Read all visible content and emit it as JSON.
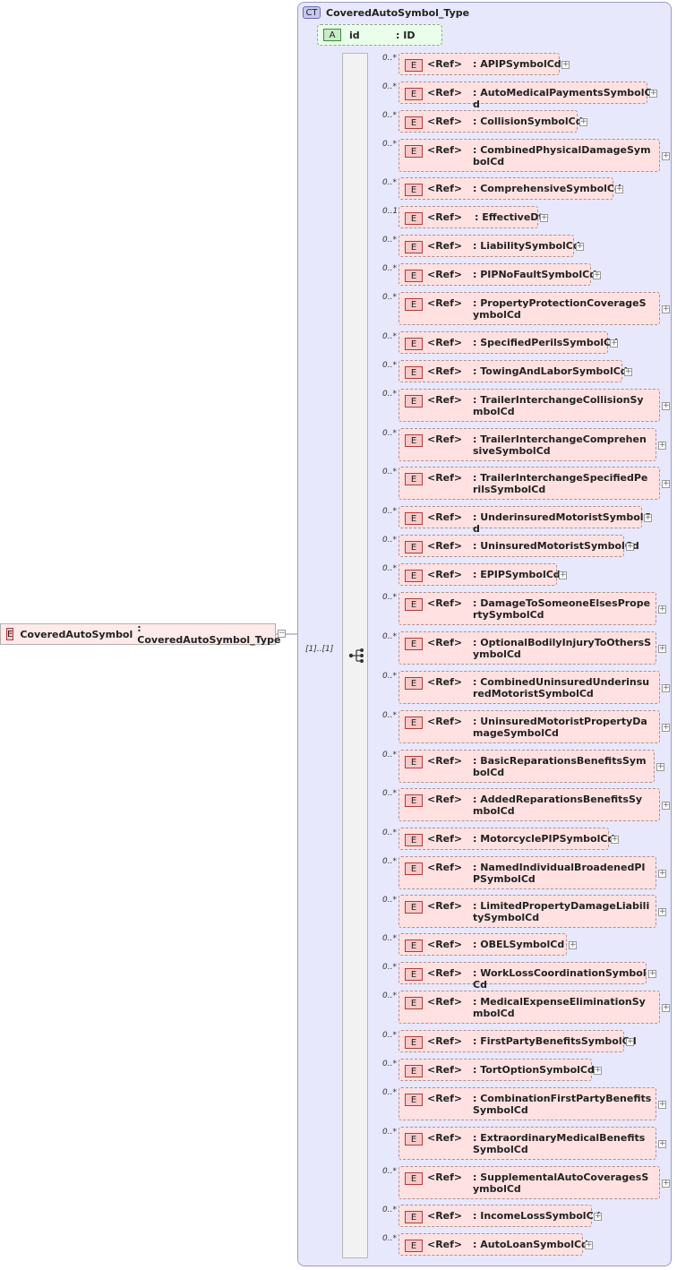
{
  "complex_type": {
    "badge": "CT",
    "name": "CoveredAutoSymbol_Type"
  },
  "attribute": {
    "badge": "A",
    "name": "id",
    "type": ": ID"
  },
  "root_element": {
    "badge": "E",
    "name": "CoveredAutoSymbol",
    "type": ": CoveredAutoSymbol_Type"
  },
  "sequence": {
    "occurrence": "[1]..[1]"
  },
  "element_badge": "E",
  "children": [
    {
      "occ": "0..*",
      "ref": "<Ref>",
      "name": ": APIPSymbolCd"
    },
    {
      "occ": "0..*",
      "ref": "<Ref>",
      "name": ": AutoMedicalPaymentsSymbolCd"
    },
    {
      "occ": "0..*",
      "ref": "<Ref>",
      "name": ": CollisionSymbolCd"
    },
    {
      "occ": "0..*",
      "ref": "<Ref>",
      "name": ": CombinedPhysicalDamageSymbolCd"
    },
    {
      "occ": "0..*",
      "ref": "<Ref>",
      "name": ": ComprehensiveSymbolCd"
    },
    {
      "occ": "0..1",
      "ref": "<Ref>",
      "name": ": EffectiveDt"
    },
    {
      "occ": "0..*",
      "ref": "<Ref>",
      "name": ": LiabilitySymbolCd"
    },
    {
      "occ": "0..*",
      "ref": "<Ref>",
      "name": ": PIPNoFaultSymbolCd"
    },
    {
      "occ": "0..*",
      "ref": "<Ref>",
      "name": ": PropertyProtectionCoverageSymbolCd"
    },
    {
      "occ": "0..*",
      "ref": "<Ref>",
      "name": ": SpecifiedPerilsSymbolCd"
    },
    {
      "occ": "0..*",
      "ref": "<Ref>",
      "name": ": TowingAndLaborSymbolCd"
    },
    {
      "occ": "0..*",
      "ref": "<Ref>",
      "name": ": TrailerInterchangeCollisionSymbolCd"
    },
    {
      "occ": "0..*",
      "ref": "<Ref>",
      "name": ": TrailerInterchangeComprehensiveSymbolCd"
    },
    {
      "occ": "0..*",
      "ref": "<Ref>",
      "name": ": TrailerInterchangeSpecifiedPerilsSymbolCd"
    },
    {
      "occ": "0..*",
      "ref": "<Ref>",
      "name": ": UnderinsuredMotoristSymbolCd"
    },
    {
      "occ": "0..*",
      "ref": "<Ref>",
      "name": ": UninsuredMotoristSymbolCd"
    },
    {
      "occ": "0..*",
      "ref": "<Ref>",
      "name": ": EPIPSymbolCd"
    },
    {
      "occ": "0..*",
      "ref": "<Ref>",
      "name": ": DamageToSomeoneElsesPropertySymbolCd"
    },
    {
      "occ": "0..*",
      "ref": "<Ref>",
      "name": ": OptionalBodilyInjuryToOthersSymbolCd"
    },
    {
      "occ": "0..*",
      "ref": "<Ref>",
      "name": ": CombinedUninsuredUnderinsuredMotoristSymbolCd"
    },
    {
      "occ": "0..*",
      "ref": "<Ref>",
      "name": ": UninsuredMotoristPropertyDamageSymbolCd"
    },
    {
      "occ": "0..*",
      "ref": "<Ref>",
      "name": ": BasicReparationsBenefitsSymbolCd"
    },
    {
      "occ": "0..*",
      "ref": "<Ref>",
      "name": ": AddedReparationsBenefitsSymbolCd"
    },
    {
      "occ": "0..*",
      "ref": "<Ref>",
      "name": ": MotorcyclePIPSymbolCd"
    },
    {
      "occ": "0..*",
      "ref": "<Ref>",
      "name": ": NamedIndividualBroadenedPIPSymbolCd"
    },
    {
      "occ": "0..*",
      "ref": "<Ref>",
      "name": ": LimitedPropertyDamageLiabilitySymbolCd"
    },
    {
      "occ": "0..*",
      "ref": "<Ref>",
      "name": ": OBELSymbolCd"
    },
    {
      "occ": "0..*",
      "ref": "<Ref>",
      "name": ": WorkLossCoordinationSymbolCd"
    },
    {
      "occ": "0..*",
      "ref": "<Ref>",
      "name": ": MedicalExpenseEliminationSymbolCd"
    },
    {
      "occ": "0..*",
      "ref": "<Ref>",
      "name": ": FirstPartyBenefitsSymbolCd"
    },
    {
      "occ": "0..*",
      "ref": "<Ref>",
      "name": ": TortOptionSymbolCd"
    },
    {
      "occ": "0..*",
      "ref": "<Ref>",
      "name": ": CombinationFirstPartyBenefitsSymbolCd"
    },
    {
      "occ": "0..*",
      "ref": "<Ref>",
      "name": ": ExtraordinaryMedicalBenefitsSymbolCd"
    },
    {
      "occ": "0..*",
      "ref": "<Ref>",
      "name": ": SupplementalAutoCoveragesSymbolCd"
    },
    {
      "occ": "0..*",
      "ref": "<Ref>",
      "name": ": IncomeLossSymbolCd"
    },
    {
      "occ": "0..*",
      "ref": "<Ref>",
      "name": ": AutoLoanSymbolCd"
    }
  ]
}
